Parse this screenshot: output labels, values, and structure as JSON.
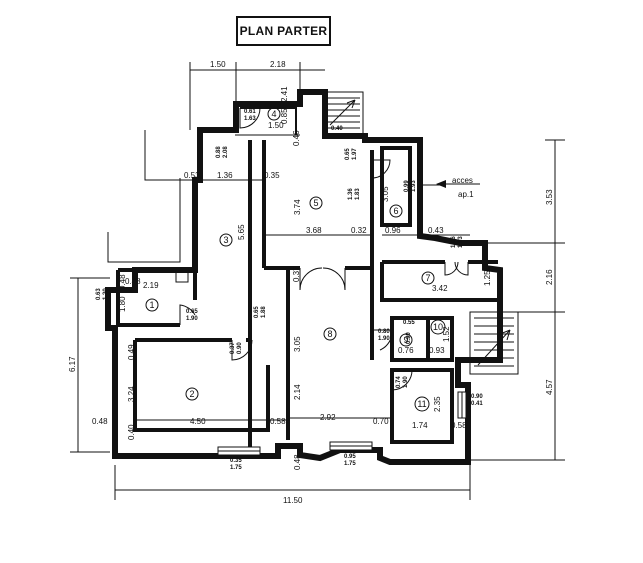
{
  "title": "PLAN PARTER",
  "access": {
    "line1": "acces",
    "line2": "ap.1"
  },
  "rooms": [
    "1",
    "2",
    "3",
    "4",
    "5",
    "6",
    "7",
    "8",
    "9",
    "10",
    "11"
  ],
  "dimensions": {
    "top_1": "1.50",
    "top_2": "2.18",
    "r4_a": "0.61",
    "r4_b": "1.63",
    "r4_c": "0.85",
    "r4_d": "2.41",
    "r4_w": "1.50",
    "r4_e": "0.40",
    "r4_f": "0.46",
    "d1": "0.88",
    "d2": "2.08",
    "w1": "0.53",
    "w2": "1.36",
    "w3": "0.35",
    "h_565": "5.65",
    "h_374": "3.74",
    "h_305a": "3.05",
    "h_305b": "3.05",
    "d5a": "1.36",
    "d5b": "1.83",
    "d6a": "0.99",
    "d6b": "1.93",
    "d7a": "1.56",
    "d7b": "1.93",
    "w_368": "3.68",
    "w_032": "0.32",
    "w_096": "0.96",
    "w_043": "0.43",
    "h_353": "3.53",
    "h_216": "2.16",
    "h_457": "4.57",
    "h_617": "6.17",
    "r1_a": "0.48",
    "r1_w": "2.19",
    "r1_h": "1.80",
    "r1_b": "0.48",
    "r1_c": "0.63",
    "r1_d": "1.20",
    "d8a": "0.65",
    "d8b": "1.90",
    "d9a": "0.65",
    "d9b": "1.88",
    "r7_w": "3.42",
    "r7_h": "1.25",
    "d10a": "0.37",
    "d10b": "0.90",
    "d10c": "0.90",
    "c_037": "0.37",
    "r2_a": "0.49",
    "r2_h": "3.24",
    "r2_b": "0.40",
    "r2_w": "4.50",
    "r2_c": "0.48",
    "d11a": "0.80",
    "d11b": "1.90",
    "r9_a": "0.55",
    "r9_b": "0.76",
    "r9_c": "0.93",
    "r10_h": "1.52",
    "d12a": "0.74",
    "d12b": "1.90",
    "r11_h": "2.35",
    "r11_w": "1.74",
    "w_070": "0.70",
    "w_058b": "0.58",
    "d13a": "0.90",
    "d13b": "0.41",
    "h_214": "2.14",
    "w_058": "0.58",
    "w_292": "2.92",
    "w_048": "0.48",
    "win1a": "0.35",
    "win1b": "1.75",
    "win2a": "0.95",
    "win2b": "1.75",
    "total": "11.50",
    "d14a": "0.65",
    "d14b": "1.97"
  }
}
